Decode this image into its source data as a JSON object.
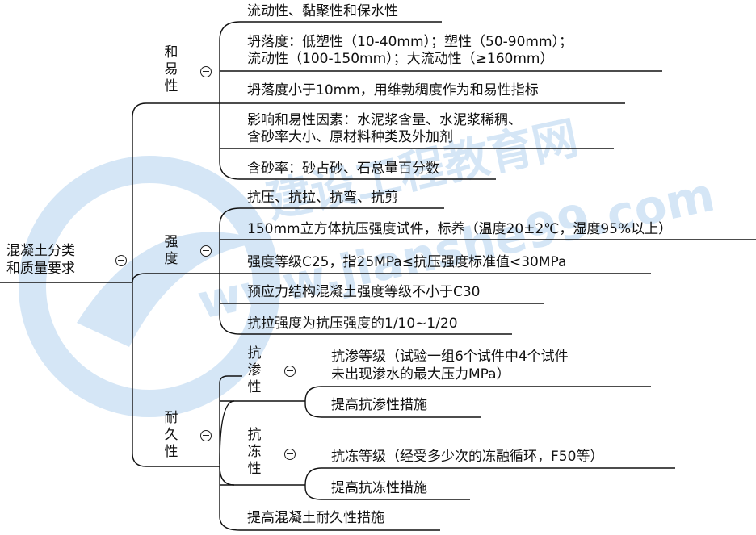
{
  "watermark": {
    "brand": "建设工程教育网",
    "domain": "www.jianshe99.com",
    "color": "#3f8fd6"
  },
  "root": {
    "label_line1": "混凝土分类",
    "label_line2": "和质量要求"
  },
  "workability": {
    "title": "和易性",
    "items": [
      {
        "line1": "流动性、黏聚性和保水性"
      },
      {
        "line1": "坍落度：低塑性（10-40mm）；塑性（50-90mm）；",
        "line2": "流动性（100-150mm）；大流动性（≥160mm）"
      },
      {
        "line1": "坍落度小于10mm，用维勃稠度作为和易性指标"
      },
      {
        "line1": "影响和易性因素：水泥浆含量、水泥浆稀稠、",
        "line2": "含砂率大小、原材料种类及外加剂"
      },
      {
        "line1": "含砂率：砂占砂、石总量百分数"
      }
    ]
  },
  "strength": {
    "title": "强度",
    "items": [
      {
        "line1": "抗压、抗拉、抗弯、抗剪"
      },
      {
        "line1": "150mm立方体抗压强度试件，标养（温度20±2℃，湿度95%以上）"
      },
      {
        "line1": "强度等级C25，指25MPa≤抗压强度标准值<30MPa"
      },
      {
        "line1": "预应力结构混凝土强度等级不小于C30"
      },
      {
        "line1": "抗拉强度为抗压强度的1/10~1/20"
      }
    ]
  },
  "durability": {
    "title": "耐久性",
    "impermeability": {
      "title": "抗渗性",
      "items": [
        {
          "line1": "抗渗等级（试验一组6个试件中4个试件",
          "line2": "未出现渗水的最大压力MPa）"
        },
        {
          "line1": "提高抗渗性措施"
        }
      ]
    },
    "frost": {
      "title": "抗冻性",
      "items": [
        {
          "line1": "抗冻等级（经受多少次的冻融循环，F50等）"
        },
        {
          "line1": "提高抗冻性措施"
        }
      ]
    },
    "improve": {
      "line1": "提高混凝土耐久性措施"
    }
  }
}
